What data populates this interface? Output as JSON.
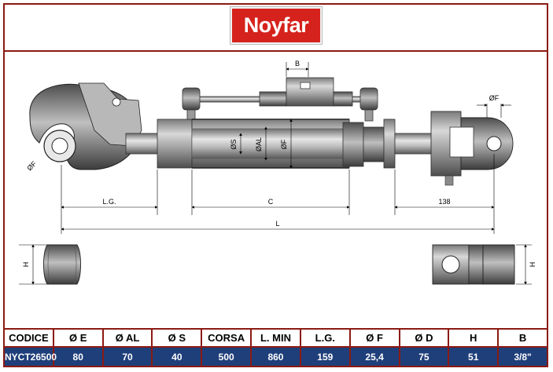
{
  "brand": {
    "logo_text": "Noyfar",
    "logo_color": "#d6221c",
    "frame_color": "#8b1a12"
  },
  "drawing": {
    "labels": {
      "b": "B",
      "phi_f_top": "ØF",
      "phi_f_left": "ØF",
      "phi_s": "ØS",
      "phi_al": "ØAL",
      "phi_f_cyl": "ØF",
      "lg": "L.G.",
      "c": "C",
      "dim_138": "138",
      "l": "L",
      "h_left": "H",
      "h_right": "H"
    }
  },
  "spec_table": {
    "header_color": "#ffffff",
    "row_color": "#1f3f7a",
    "columns": [
      "CODICE",
      "Ø E",
      "Ø AL",
      "Ø S",
      "CORSA",
      "L. MIN",
      "L.G.",
      "Ø F",
      "Ø D",
      "H",
      "B"
    ],
    "row": [
      "NYCT26500",
      "80",
      "70",
      "40",
      "500",
      "860",
      "159",
      "25,4",
      "75",
      "51",
      "3/8\""
    ]
  }
}
